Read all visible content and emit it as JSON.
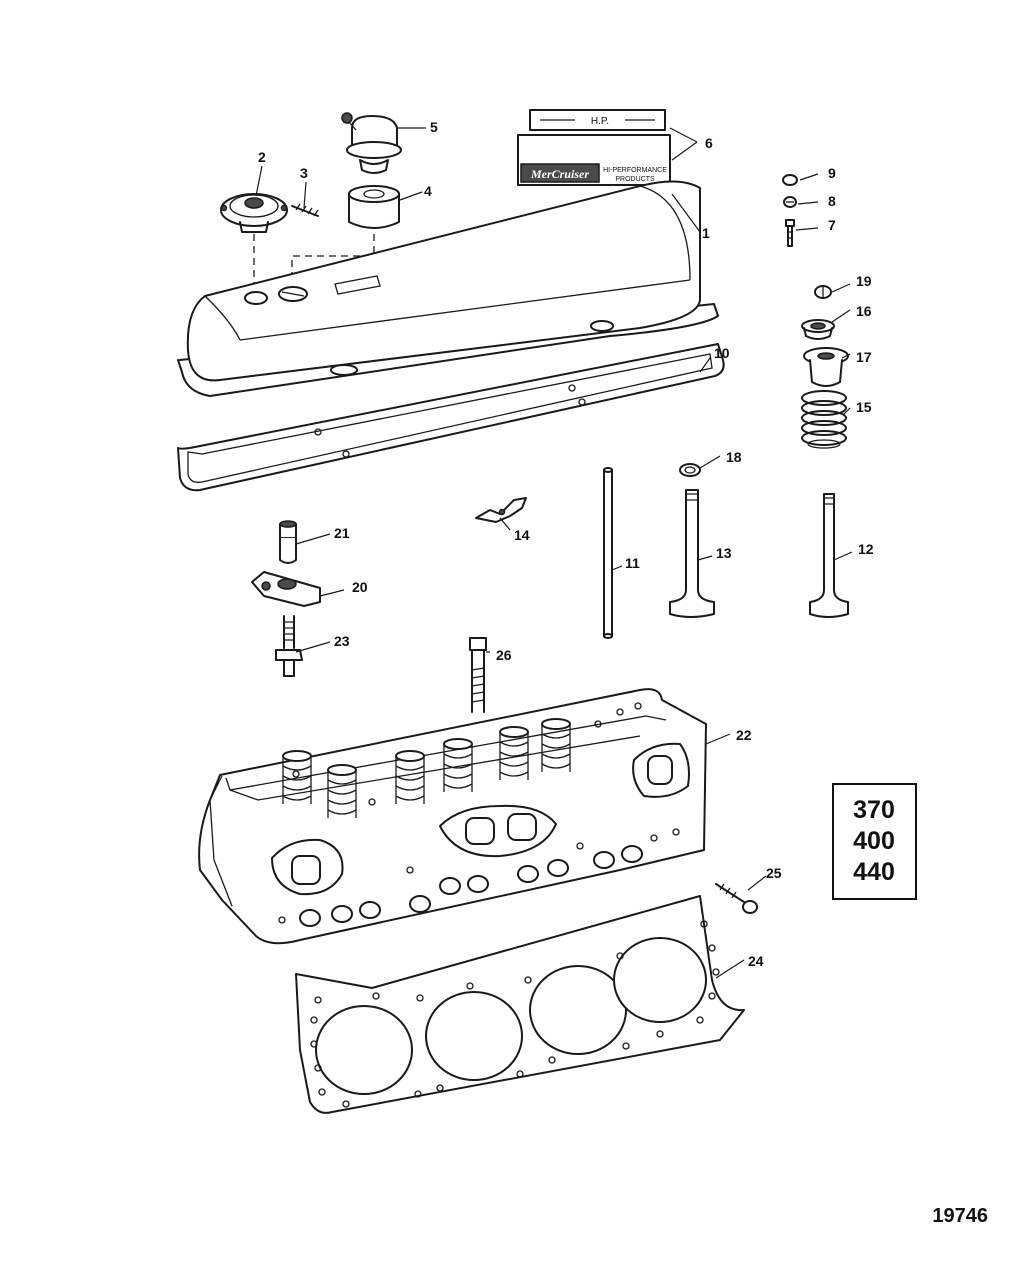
{
  "callouts": [
    "1",
    "2",
    "3",
    "4",
    "5",
    "6",
    "7",
    "8",
    "9",
    "10",
    "11",
    "12",
    "13",
    "14",
    "15",
    "16",
    "17",
    "18",
    "19",
    "20",
    "21",
    "22",
    "23",
    "24",
    "25",
    "26"
  ],
  "decal": {
    "top_label": "H.P.",
    "brand": "MerCruiser",
    "line1": "HI-PERFORMANCE",
    "line2": "PRODUCTS"
  },
  "models": [
    "370",
    "400",
    "440"
  ],
  "figure_number": "19746"
}
